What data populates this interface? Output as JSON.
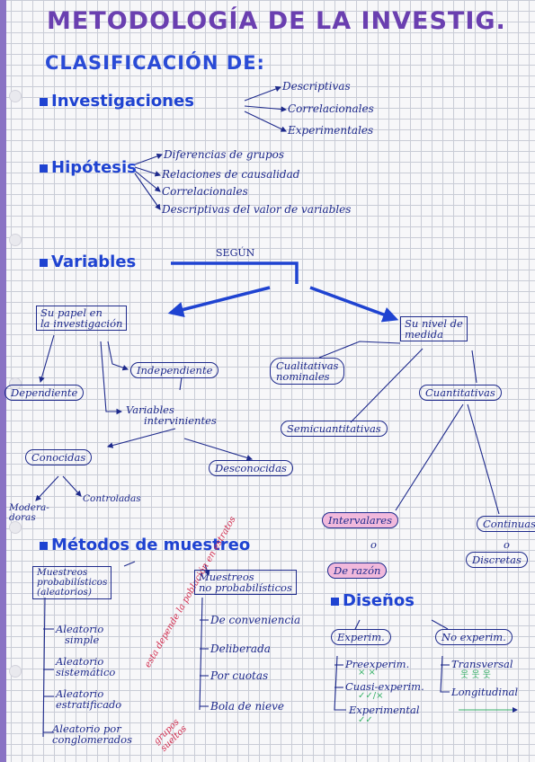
{
  "title": "METODOLOGÍA DE LA INVESTIG.",
  "subtitle": "CLASIFICACIÓN DE:",
  "investigaciones": {
    "label": "Investigaciones",
    "items": [
      "Descriptivas",
      "Correlacionales",
      "Experimentales"
    ]
  },
  "hipotesis": {
    "label": "Hipótesis",
    "items": [
      "Diferencias de grupos",
      "Relaciones de causalidad",
      "Correlacionales",
      "Descriptivas del valor de variables"
    ]
  },
  "variables": {
    "label": "Variables",
    "segun": "SEGÚN",
    "papel": {
      "line1": "Su papel en",
      "line2": "la investigación"
    },
    "dependiente": "Dependiente",
    "independiente": "Independiente",
    "intervinientes": {
      "line1": "Variables",
      "line2": "intervinientes"
    },
    "conocidas": "Conocidas",
    "desconocidas": "Desconocidas",
    "moderadoras": {
      "line1": "Modera-",
      "line2": "doras"
    },
    "controladas": "Controladas",
    "nivel": {
      "line1": "Su nivel de",
      "line2": "medida"
    },
    "cualitativas": {
      "line1": "Cualitativas",
      "line2": "nominales"
    },
    "semicuantitativas": "Semicuantitativas",
    "cuantitativas": "Cuantitativas",
    "intervalares": "Intervalares",
    "o1": "o",
    "razon": "De razón",
    "continuas": "Continuas",
    "o2": "o",
    "discretas": "Discretas"
  },
  "muestreo": {
    "label": "Métodos de muestreo",
    "prob": {
      "line1": "Muestreos",
      "line2": "probabilísticos",
      "line3": "(aleatorios)"
    },
    "prob_items": [
      {
        "line1": "Aleatorio",
        "line2": "simple"
      },
      {
        "line1": "Aleatorio",
        "line2": "sistemático"
      },
      {
        "line1": "Aleatorio",
        "line2": "estratificado"
      },
      {
        "line1": "Aleatorio por",
        "line2": "conglomerados"
      }
    ],
    "noprob": {
      "line1": "Muestreos",
      "line2": "no probabilísticos"
    },
    "noprob_items": [
      "De conveniencia",
      "Deliberada",
      "Por cuotas",
      "Bola de nieve"
    ],
    "red_note": {
      "line1": "esta",
      "line2": "depende",
      "line3": "la",
      "line4": "población",
      "line5": "en estratos"
    },
    "red_note2": {
      "line1": "grupos",
      "line2": "sueltos"
    }
  },
  "disenos": {
    "label": "Diseños",
    "experim": "Experim.",
    "exp_items": [
      "Preexperim.",
      "Cuasi-experim.",
      "Experimental"
    ],
    "noexperim": "No experim.",
    "noexp_items": [
      "Transversal",
      "Longitudinal"
    ]
  }
}
